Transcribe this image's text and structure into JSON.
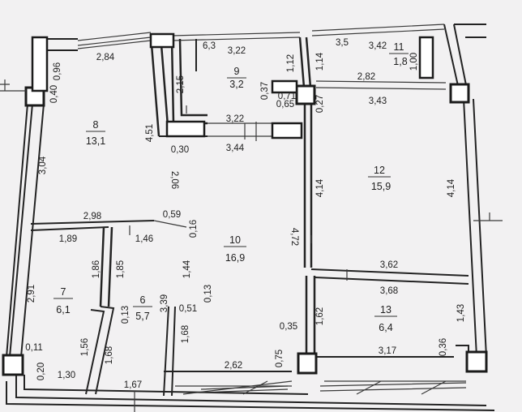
{
  "rooms": {
    "r8": {
      "num": "8",
      "area": "13,1"
    },
    "r9": {
      "num": "9",
      "area": "3,2"
    },
    "r11": {
      "num": "11",
      "area": "1,8"
    },
    "r12": {
      "num": "12",
      "area": "15,9"
    },
    "r10": {
      "num": "10",
      "area": "16,9"
    },
    "r7": {
      "num": "7",
      "area": "6,1"
    },
    "r6": {
      "num": "6",
      "area": "5,7"
    },
    "r13": {
      "num": "13",
      "area": "6,4"
    }
  },
  "dims": {
    "d284": "2,84",
    "d096": "0,96",
    "d040": "0,40",
    "d304": "3,04",
    "d451": "4,51",
    "d63": "6,3",
    "d322a": "3,22",
    "d112": "1,12",
    "d215": "2,15",
    "d071": "0,71",
    "d037": "0,37",
    "d065": "0,65",
    "d322b": "3,22",
    "d344": "3,44",
    "d030": "0,30",
    "d35": "3,5",
    "d342": "3,42",
    "d114": "1,14",
    "d100": "1,00",
    "d282": "2,82",
    "d027": "0,27",
    "d343": "3,43",
    "d206": "2,06",
    "d414a": "4,14",
    "d414b": "4,14",
    "d298": "2,98",
    "d059": "0,59",
    "d016": "0,16",
    "d189": "1,89",
    "d146": "1,46",
    "d472": "4,72",
    "d291": "2,91",
    "d186": "1,86",
    "d185": "1,85",
    "d144": "1,44",
    "d362": "3,62",
    "d368": "3,68",
    "d013a": "0,13",
    "d339": "3,39",
    "d051": "0,51",
    "d013b": "0,13",
    "d162": "1,62",
    "d143": "1,43",
    "d035": "0,35",
    "d156": "1,56",
    "d168a": "1,68",
    "d168b": "1,68",
    "d036": "0,36",
    "d011": "0,11",
    "d020": "0,20",
    "d130": "1,30",
    "d262": "2,62",
    "d075": "0,75",
    "d317": "3,17",
    "d167": "1,67"
  }
}
